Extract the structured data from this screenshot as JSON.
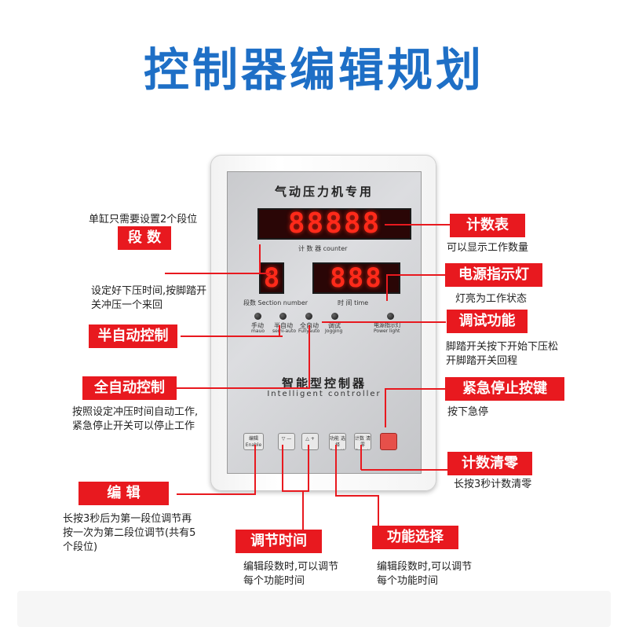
{
  "title": "控制器编辑规划",
  "device": {
    "panel_title": "气动压力机专用",
    "counter_display": "88888",
    "counter_label": "计 数 器 counter",
    "section_display": "8",
    "section_label": "段数 Section number",
    "time_display": "888",
    "time_label": "时 间 time",
    "indicators": [
      {
        "label_cn": "手动",
        "label_en": "mauo"
      },
      {
        "label_cn": "半自动",
        "label_en": "semi-auto"
      },
      {
        "label_cn": "全自动",
        "label_en": "Fullyauto"
      },
      {
        "label_cn": "调试",
        "label_en": "Jogging"
      },
      {
        "label_cn": "电源指示灯",
        "label_en": "Power light"
      }
    ],
    "brand_cn": "智能型控制器",
    "brand_en": "Intelligent controller",
    "buttons": {
      "edit": "编辑 Enable",
      "down": "▽ —",
      "up": "△ +",
      "function": "功能 选择 Function",
      "clear": "计数 清零 Counter",
      "stop": ""
    }
  },
  "callouts": {
    "section_count": {
      "note": "单缸只需要设置2个段位",
      "label": "段 数",
      "desc": "设定好下压时间,按脚踏开关冲压一个来回"
    },
    "semi_auto": {
      "label": "半自动控制"
    },
    "full_auto": {
      "label": "全自动控制",
      "desc": "按照设定冲压时间自动工作,紧急停止开关可以停止工作"
    },
    "edit": {
      "label": "编 辑",
      "desc": "长按3秒后为第一段位调节再按一次为第二段位调节(共有5个段位)"
    },
    "adjust_time": {
      "label": "调节时间",
      "desc": "编辑段数时,可以调节每个功能时间"
    },
    "function_select": {
      "label": "功能选择",
      "desc": "编辑段数时,可以调节每个功能时间"
    },
    "counter": {
      "label": "计数表",
      "desc": "可以显示工作数量"
    },
    "power_light": {
      "label": "电源指示灯",
      "desc": "灯亮为工作状态"
    },
    "debug": {
      "label": "调试功能",
      "desc": "脚踏开关按下开始下压松开脚踏开关回程"
    },
    "emergency_stop": {
      "label": "紧急停止按键",
      "desc": "按下急停"
    },
    "counter_clear": {
      "label": "计数清零",
      "desc": "长按3秒计数清零"
    }
  },
  "colors": {
    "accent_red": "#e8191f",
    "title_blue": "#1e6fc6",
    "led_red": "#ff2a1a"
  }
}
